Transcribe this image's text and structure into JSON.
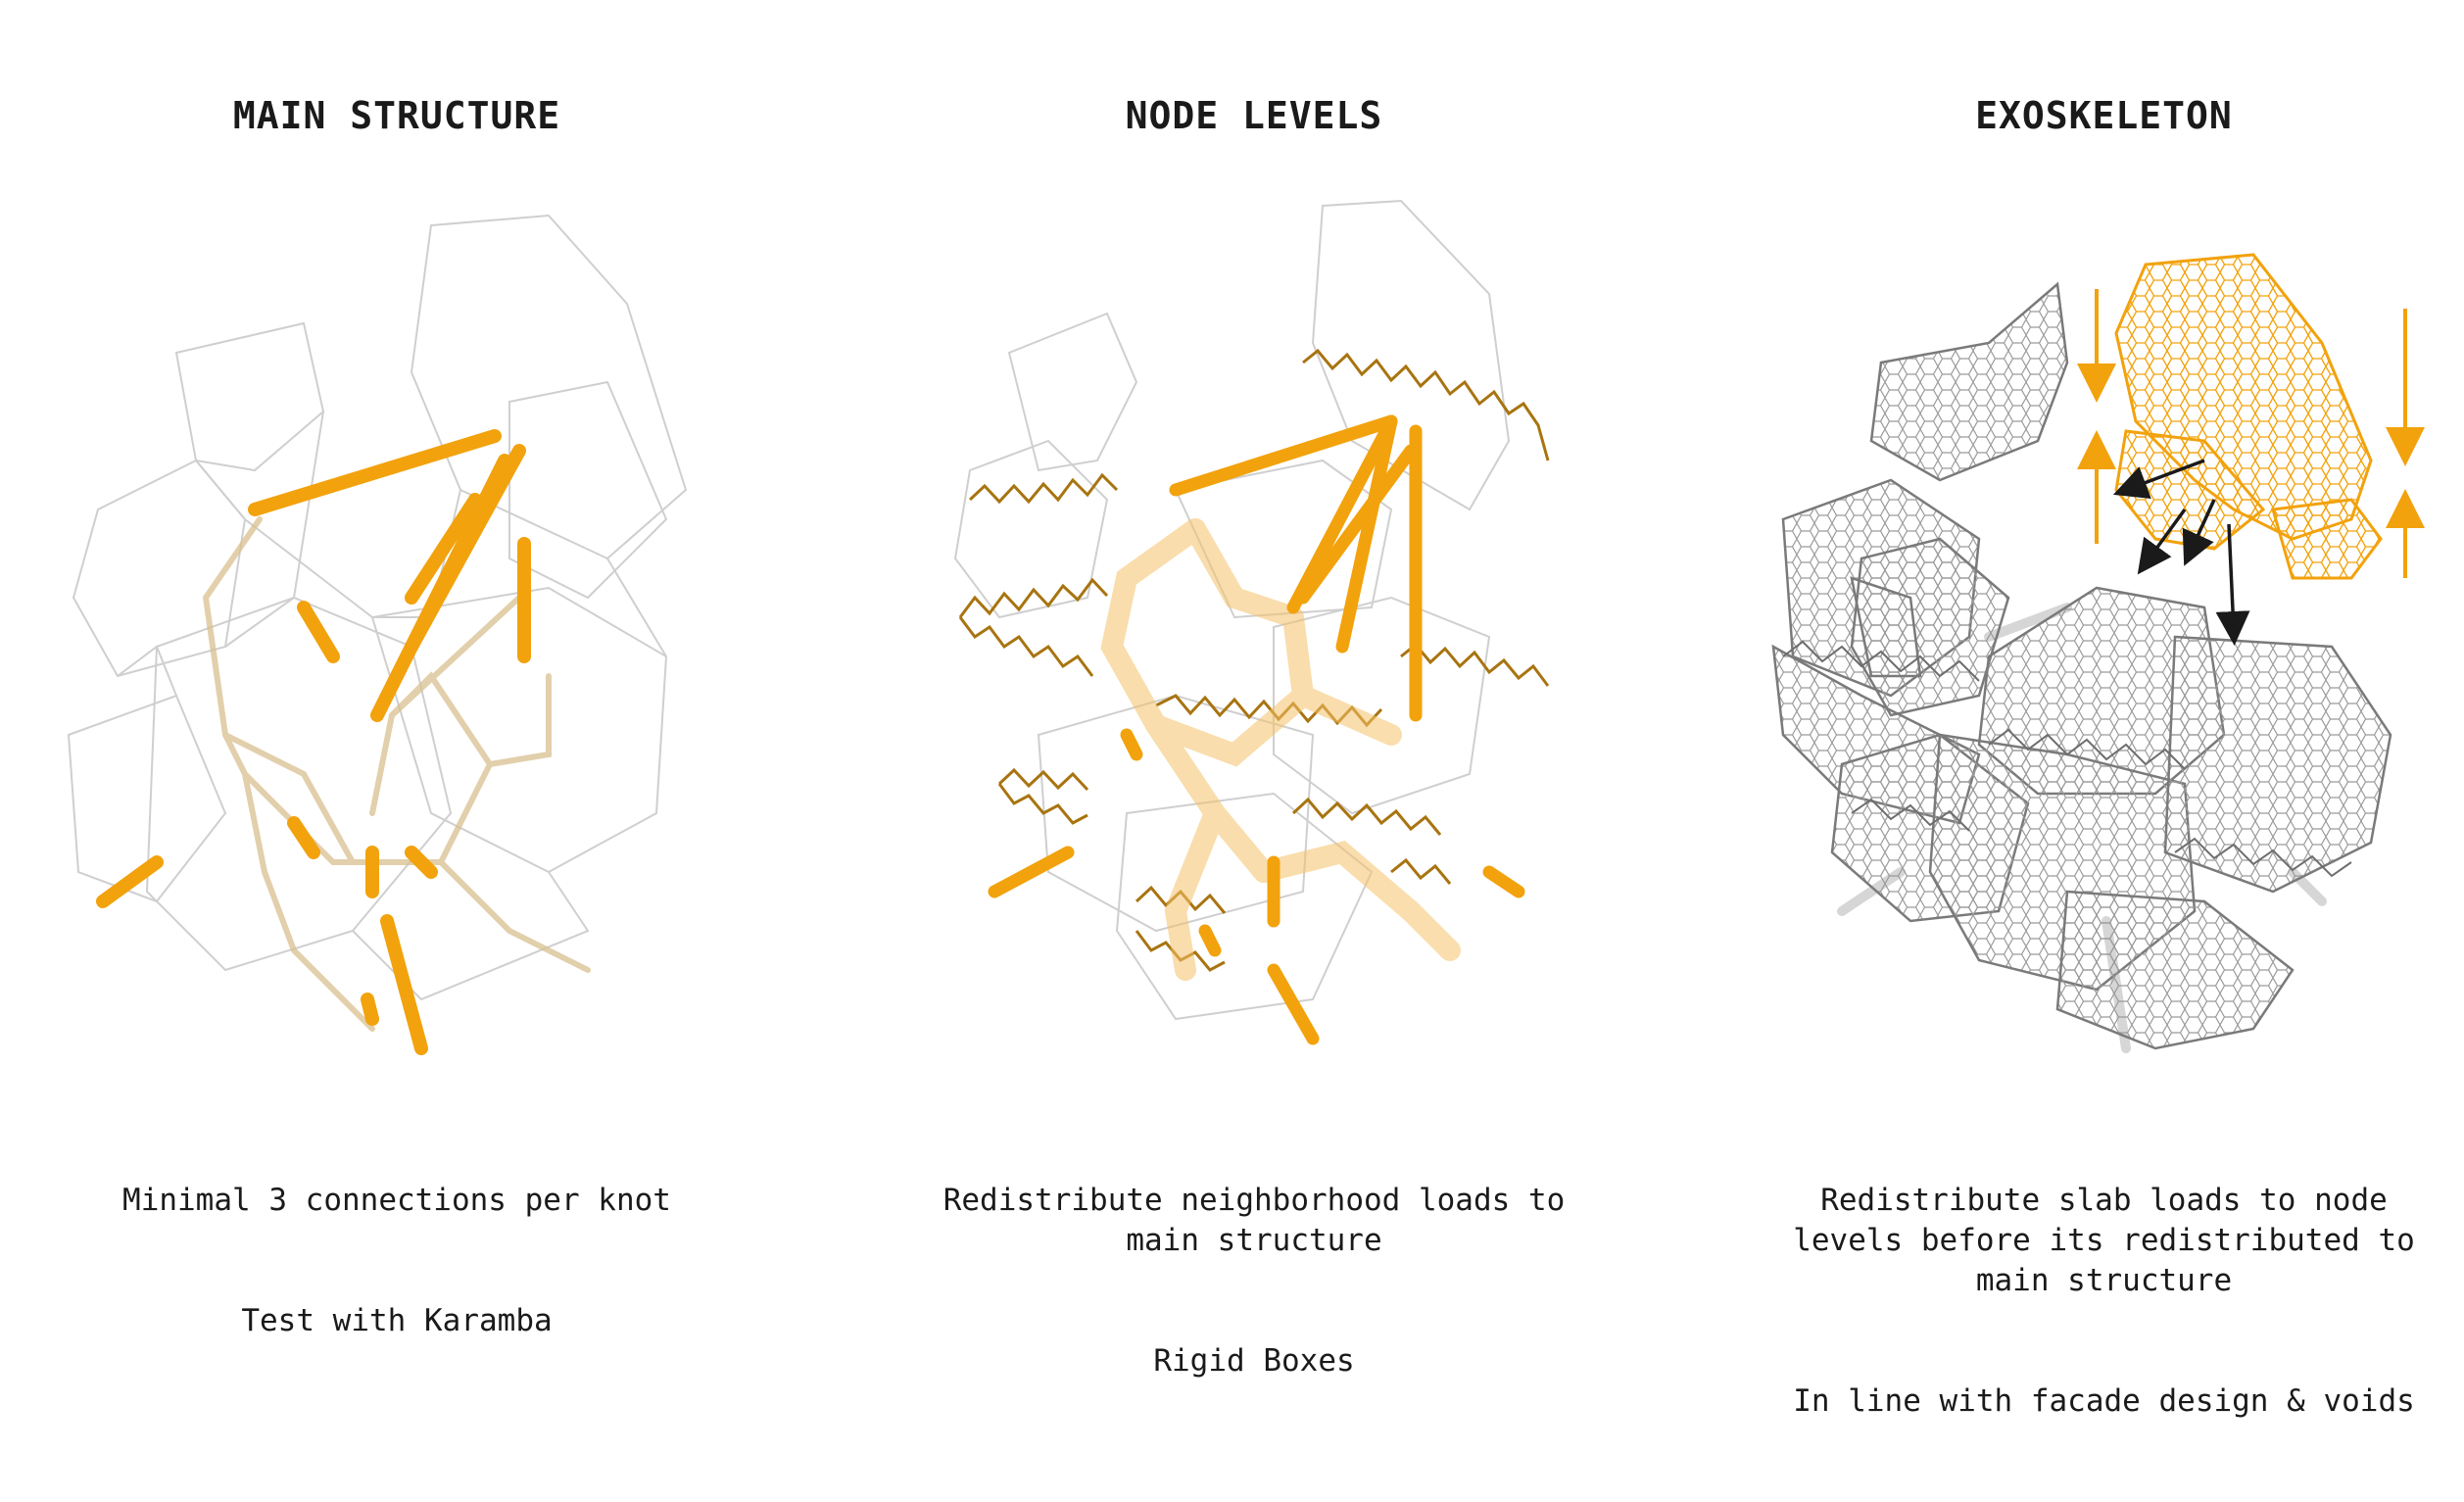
{
  "panels": [
    {
      "title": "MAIN STRUCTURE",
      "captions": [
        "Minimal 3 connections per knot",
        "Test with Karamba"
      ]
    },
    {
      "title": "NODE LEVELS",
      "captions": [
        "Redistribute neighborhood loads to\nmain structure",
        "Rigid Boxes"
      ]
    },
    {
      "title": "EXOSKELETON",
      "captions": [
        "Redistribute slab loads to node\nlevels before its redistributed to\nmain structure",
        "In line with facade design & voids"
      ]
    }
  ],
  "colors": {
    "accent": "#f2a20c",
    "accent_dark": "#a8740c",
    "wire": "#c8c8c8",
    "mesh": "#8a8a8a",
    "arrow": "#1a1a1a"
  }
}
